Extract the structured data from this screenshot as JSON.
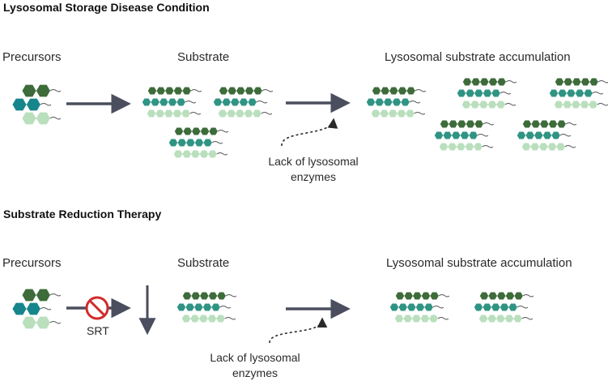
{
  "sections": {
    "disease": {
      "title": "Lysosomal Storage Disease Condition",
      "precursors": "Precursors",
      "substrate": "Substrate",
      "accumulation": "Lysosomal substrate accumulation",
      "lack_line1": "Lack of lysosomal",
      "lack_line2": "enzymes"
    },
    "therapy": {
      "title": "Substrate Reduction Therapy",
      "precursors": "Precursors",
      "substrate": "Substrate",
      "accumulation": "Lysosomal substrate accumulation",
      "srt": "SRT",
      "lack_line1": "Lack of lysosomal",
      "lack_line2": "enzymes"
    }
  },
  "colors": {
    "dark_green": "#3d6b3a",
    "teal": "#2f9484",
    "light_green": "#b9dfbd",
    "precursor_teal": "#17858c",
    "arrow": "#4a4e5e",
    "inhibit_red": "#d12b2b"
  },
  "icons": {
    "molecule": "substrate-molecule-icon",
    "precursor": "precursor-cluster-icon",
    "inhibitor": "prohibition-icon"
  }
}
